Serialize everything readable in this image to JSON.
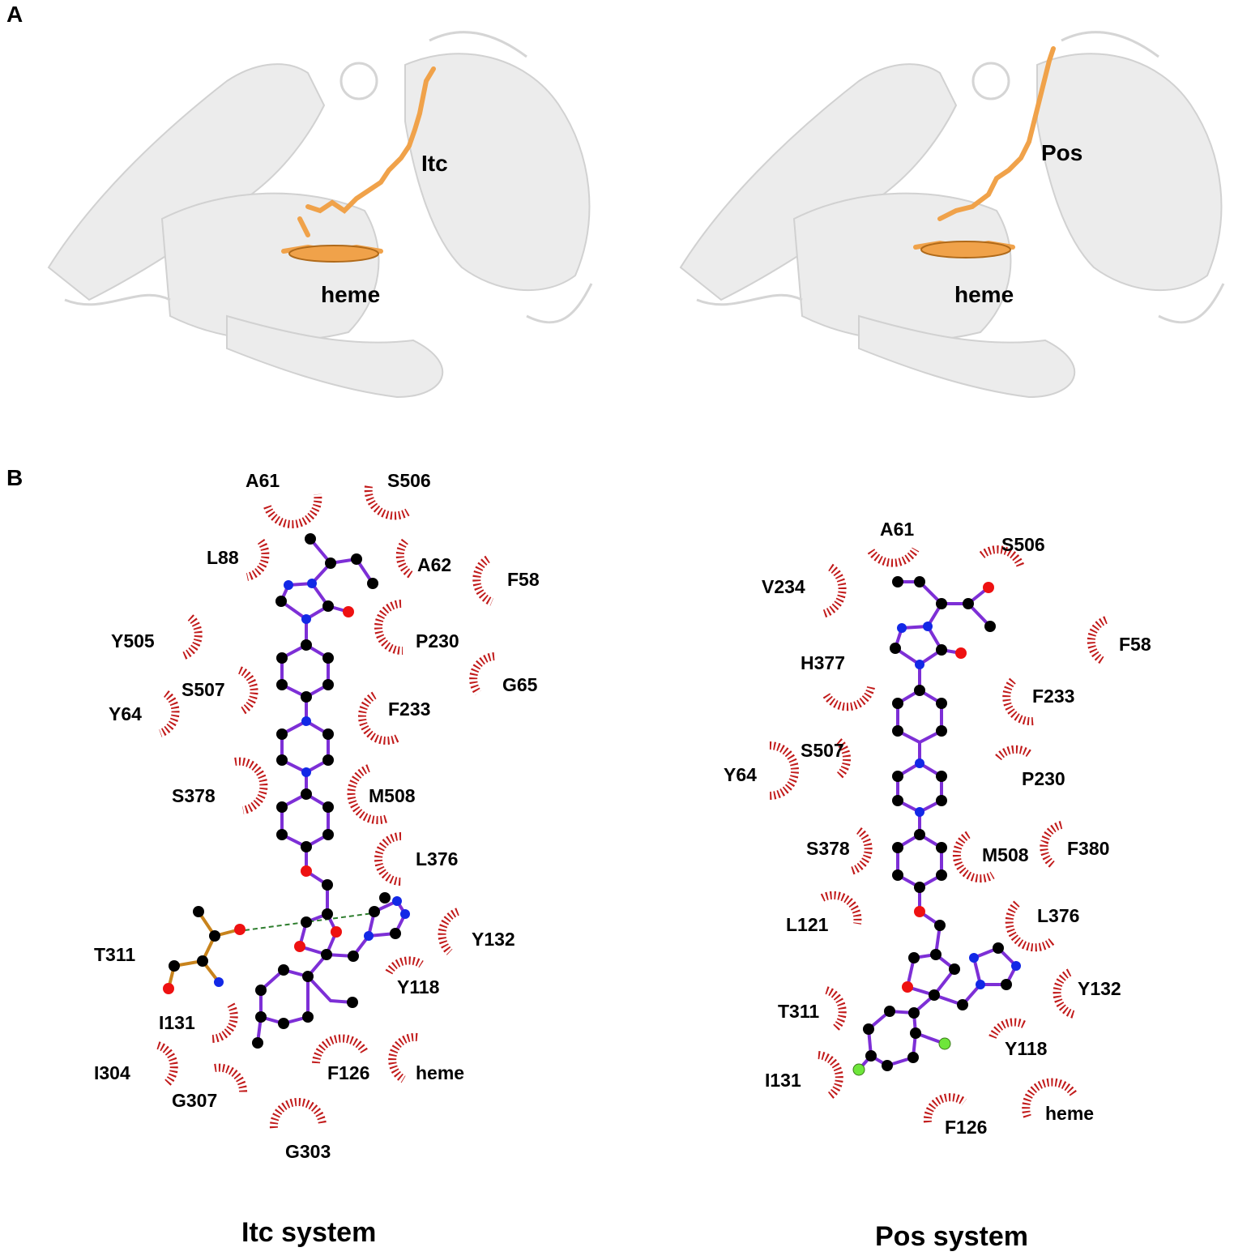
{
  "panels": {
    "a": "A",
    "b": "B"
  },
  "panel_a": {
    "left": {
      "ligand": "Itc",
      "heme": "heme"
    },
    "right": {
      "ligand": "Pos",
      "heme": "heme"
    }
  },
  "panel_b": {
    "left": {
      "caption": "Itc system",
      "residues": [
        "A61",
        "S506",
        "L88",
        "A62",
        "F58",
        "Y505",
        "P230",
        "G65",
        "S507",
        "Y64",
        "F233",
        "S378",
        "M508",
        "L376",
        "T311",
        "Y132",
        "Y118",
        "I131",
        "I304",
        "F126",
        "heme",
        "G307",
        "G303"
      ]
    },
    "right": {
      "caption": "Pos system",
      "residues": [
        "A61",
        "S506",
        "V234",
        "F58",
        "H377",
        "F233",
        "S507",
        "Y64",
        "P230",
        "S378",
        "M508",
        "F380",
        "L121",
        "L376",
        "T311",
        "Y132",
        "Y118",
        "I131",
        "F126",
        "heme"
      ]
    }
  },
  "colors": {
    "bond": "#7d2fd6",
    "carbon": "#000000",
    "nitrogen": "#1228e6",
    "oxygen": "#ee1111",
    "fluorine": "#6ee63a",
    "contact": "#c11a1a",
    "hbond": "#2d7d2d",
    "ligand_stick": "#f0a24a",
    "protein": "#e2e2e2",
    "residue_bond": "#c8831c"
  }
}
